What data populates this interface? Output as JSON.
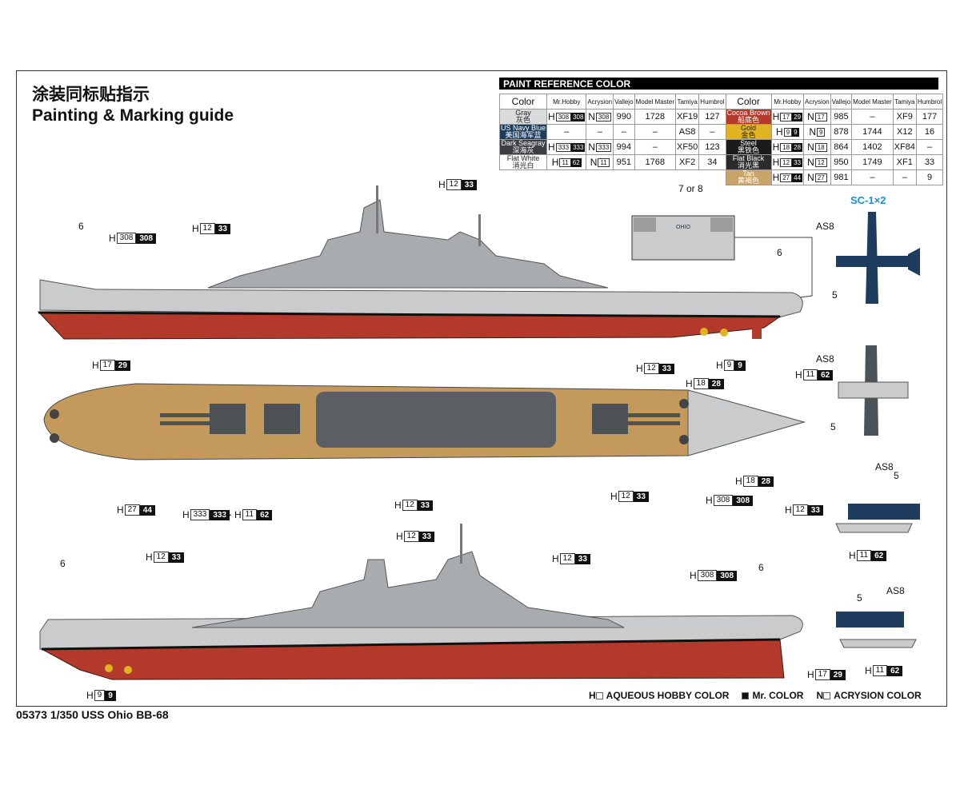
{
  "title_cn": "涂装同标贴指示",
  "title_en": "Painting & Marking guide",
  "footer": "05373 1/350 USS Ohio BB-68",
  "paint_table": {
    "heading": "PAINT  REFERENCE COLOR",
    "columns": [
      "Color",
      "Mr.Hobby",
      "Acrysion",
      "Vallejo",
      "Model Master",
      "Tamiya",
      "Humbrol"
    ],
    "left": [
      {
        "name": "Gray",
        "cn": "灰色",
        "color": "#d9dcdd",
        "text": "#222",
        "h": [
          "308",
          "308"
        ],
        "n": "308",
        "vallejo": "990",
        "mm": "1728",
        "tamiya": "XF19",
        "humbrol": "127"
      },
      {
        "name": "US Navy Blue",
        "cn": "美国海军蓝",
        "color": "#1d3c5e",
        "text": "#fff",
        "h": null,
        "n": null,
        "h_text": "–",
        "n_text": "–",
        "vallejo": "–",
        "mm": "–",
        "tamiya": "AS8",
        "humbrol": "–"
      },
      {
        "name": "Dark Seagray",
        "cn": "深海灰",
        "color": "#3c3f42",
        "text": "#fff",
        "h": [
          "333",
          "333"
        ],
        "n": "333",
        "vallejo": "994",
        "mm": "–",
        "tamiya": "XF50",
        "humbrol": "123"
      },
      {
        "name": "Flat White",
        "cn": "消光白",
        "color": "#ffffff",
        "text": "#222",
        "h": [
          "11",
          "62"
        ],
        "n": "11",
        "vallejo": "951",
        "mm": "1768",
        "tamiya": "XF2",
        "humbrol": "34"
      }
    ],
    "right": [
      {
        "name": "Cocoa Brown",
        "cn": "船底色",
        "color": "#b33a2a",
        "text": "#fff",
        "h": [
          "17",
          "29"
        ],
        "n": "17",
        "vallejo": "985",
        "mm": "–",
        "tamiya": "XF9",
        "humbrol": "177"
      },
      {
        "name": "Gold",
        "cn": "金色",
        "color": "#e0b420",
        "text": "#222",
        "h": [
          "9",
          "9"
        ],
        "n": "9",
        "vallejo": "878",
        "mm": "1744",
        "tamiya": "X12",
        "humbrol": "16"
      },
      {
        "name": "Steel",
        "cn": "黑铁色",
        "color": "#1b1b1b",
        "text": "#fff",
        "h": [
          "18",
          "28"
        ],
        "n": "18",
        "vallejo": "864",
        "mm": "1402",
        "tamiya": "XF84",
        "humbrol": "–"
      },
      {
        "name": "Flat Black",
        "cn": "消光黑",
        "color": "#2b2b2b",
        "text": "#fff",
        "h": [
          "12",
          "33"
        ],
        "n": "12",
        "vallejo": "950",
        "mm": "1749",
        "tamiya": "XF1",
        "humbrol": "33"
      },
      {
        "name": "Tan",
        "cn": "黄褐色",
        "color": "#c9a468",
        "text": "#fff",
        "h": [
          "27",
          "44"
        ],
        "n": "27",
        "vallejo": "981",
        "mm": "–",
        "tamiya": "–",
        "humbrol": "9"
      }
    ]
  },
  "inset": {
    "label": "7 or 8",
    "nameplate": "OHIO"
  },
  "aircraft_title": "SC-1×2",
  "legend": {
    "h": "H",
    "h_label": "AQUEOUS HOBBY COLOR",
    "m_label": "Mr. COLOR",
    "n": "N",
    "n_label": "ACRYSION COLOR"
  },
  "callouts": [
    {
      "p": "H",
      "a": "308",
      "b": "308"
    },
    {
      "p": "H",
      "a": "12",
      "b": "33"
    },
    {
      "p": "H",
      "a": "12",
      "b": "33"
    },
    {
      "p": "H",
      "a": "17",
      "b": "29"
    },
    {
      "p": "H",
      "a": "12",
      "b": "33"
    },
    {
      "p": "H",
      "a": "9",
      "b": "9"
    },
    {
      "p": "H",
      "a": "18",
      "b": "28"
    },
    {
      "p": "H",
      "a": "12",
      "b": "33"
    },
    {
      "p": "H",
      "a": "18",
      "b": "28"
    },
    {
      "p": "H",
      "a": "308",
      "b": "308"
    },
    {
      "p": "H",
      "a": "27",
      "b": "44"
    },
    {
      "p": "H",
      "a": "333",
      "b": "333"
    },
    {
      "p": "H",
      "a": "11",
      "b": "62"
    },
    {
      "p": "H",
      "a": "12",
      "b": "33"
    },
    {
      "p": "H",
      "a": "11",
      "b": "62"
    },
    {
      "p": "H",
      "a": "12",
      "b": "33"
    },
    {
      "p": "H",
      "a": "11",
      "b": "62"
    },
    {
      "p": "H",
      "a": "11",
      "b": "62"
    },
    {
      "p": "H",
      "a": "12",
      "b": "33"
    },
    {
      "p": "H",
      "a": "12",
      "b": "33"
    },
    {
      "p": "H",
      "a": "12",
      "b": "33"
    },
    {
      "p": "H",
      "a": "308",
      "b": "308"
    },
    {
      "p": "H",
      "a": "17",
      "b": "29"
    },
    {
      "p": "H",
      "a": "9",
      "b": "9"
    }
  ],
  "plus": "+",
  "numbers": [
    "6",
    "6",
    "AS8",
    "5",
    "AS8",
    "5",
    "AS8",
    "5",
    "5",
    "AS8",
    "6",
    "6"
  ]
}
